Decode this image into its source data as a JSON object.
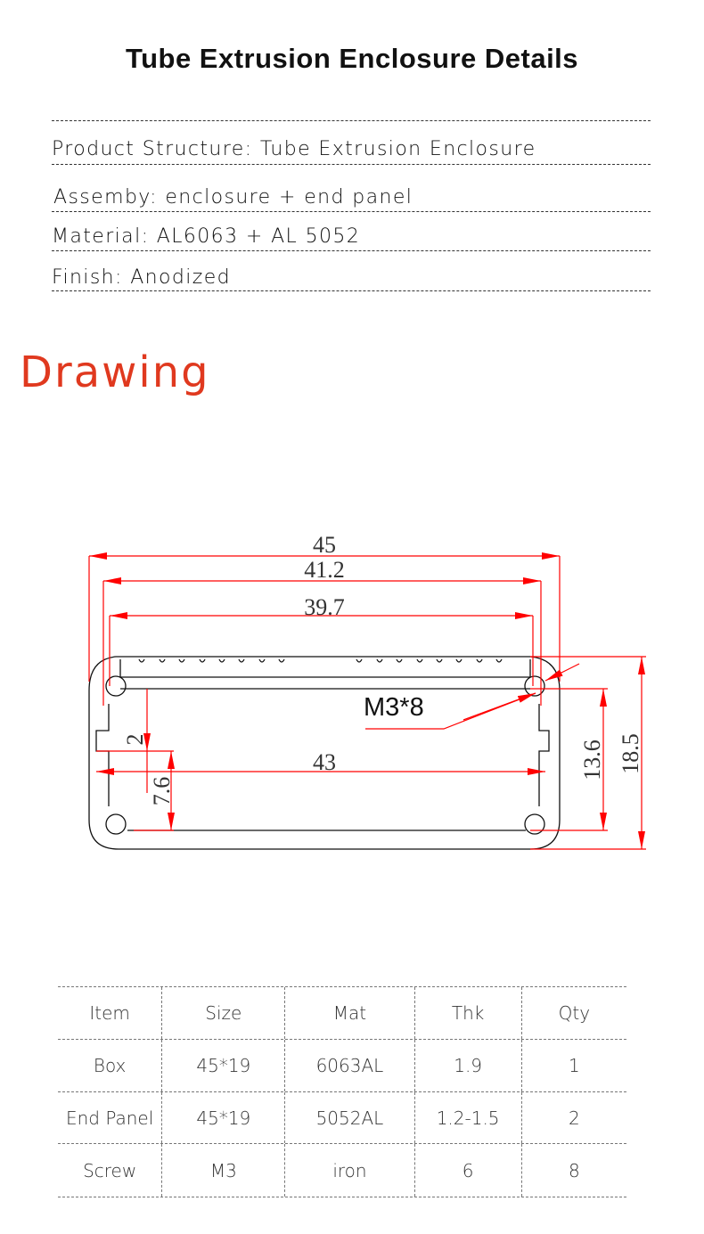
{
  "title": "Tube Extrusion Enclosure Details",
  "specs": [
    "Product Structure: Tube Extrusion Enclosure",
    "Assemby:  enclosure + end panel",
    "Material: AL6063 + AL 5052",
    "Finish: Anodized"
  ],
  "drawing_heading": "Drawing",
  "drawing": {
    "dim_45": "45",
    "dim_41_2": "41.2",
    "dim_39_7": "39.7",
    "dim_43": "43",
    "dim_2": "2",
    "dim_7_6": "7.6",
    "dim_13_6": "13.6",
    "dim_18_5": "18.5",
    "screw_label": "M3*8",
    "line_color": "#ff0000"
  },
  "table": {
    "headers": [
      "Item",
      "Size",
      "Mat",
      "Thk",
      "Qty"
    ],
    "rows": [
      [
        "Box",
        "45*19",
        "6063AL",
        "1.9",
        "1"
      ],
      [
        "End Panel",
        "45*19",
        "5052AL",
        "1.2-1.5",
        "2"
      ],
      [
        "Screw",
        "M3",
        "iron",
        "6",
        "8"
      ]
    ]
  }
}
